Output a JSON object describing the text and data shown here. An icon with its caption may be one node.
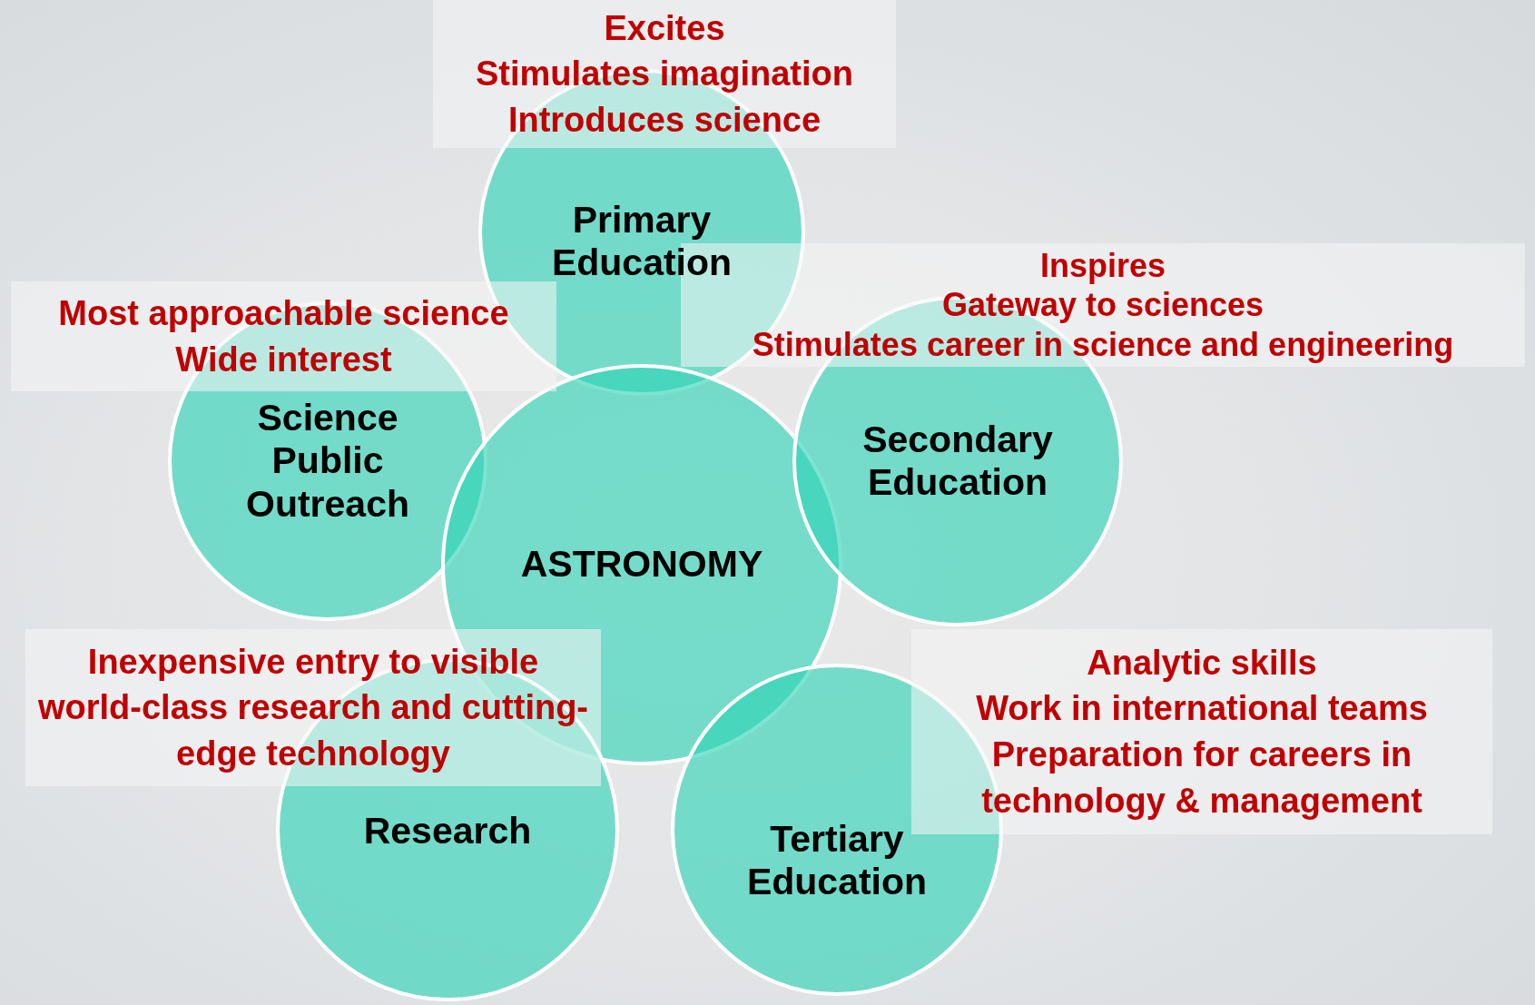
{
  "diagram": {
    "nodes": [
      {
        "text": [
          "Excites",
          "Stimulates imagination",
          "Introduces science"
        ]
      },
      {
        "text": [
          "Primary Education"
        ]
      },
      {
        "text": [
          "Most approachable science",
          "Wide interest"
        ]
      },
      {
        "text": [
          "Inspires",
          "Gateway to sciences",
          "Stimulates career in science and engineering"
        ]
      },
      {
        "text": [
          "Science Public Outreach"
        ]
      },
      {
        "text": [
          "ASTRONOMY"
        ]
      },
      {
        "text": [
          "Secondary Education"
        ]
      },
      {
        "text": [
          "Inexpensive entry to visible world-class research and cutting-edge technology"
        ]
      },
      {
        "text": [
          "Analytic skills",
          "Work in international teams",
          "Preparation for careers in technology & management"
        ]
      },
      {
        "text": [
          "Research"
        ]
      },
      {
        "text": [
          "Tertiary Education"
        ]
      }
    ]
  }
}
